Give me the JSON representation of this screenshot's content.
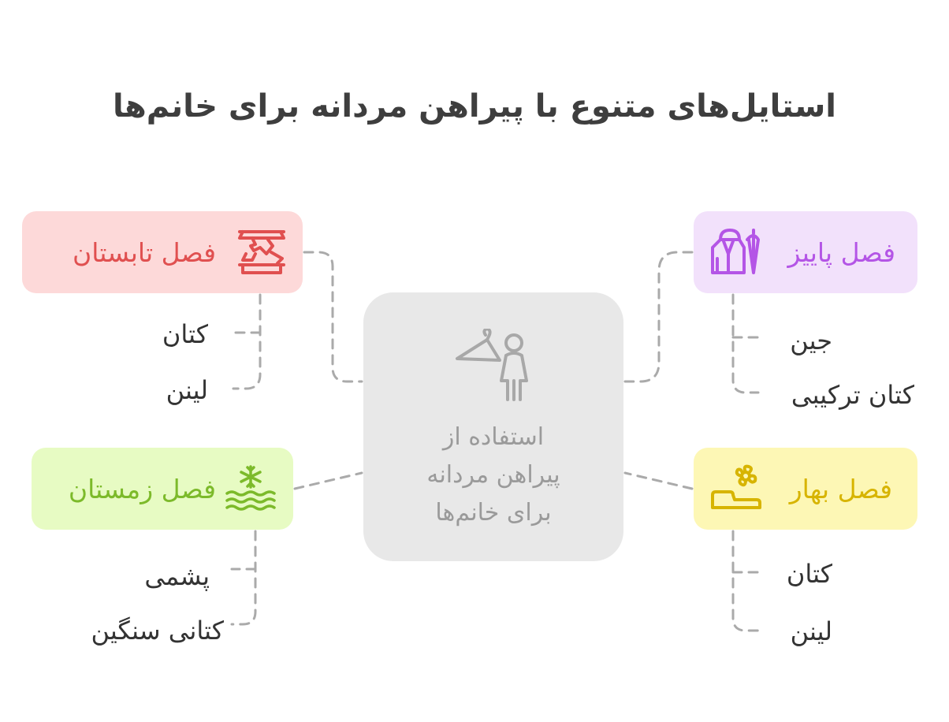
{
  "title": "استایل‌های متنوع با پیراهن مردانه برای خانم‌ها",
  "center": {
    "lines": [
      "استفاده از",
      "پیراهن مردانه",
      "برای خانم‌ها"
    ],
    "icon": "hanger-person-icon"
  },
  "branches": {
    "summer": {
      "label": "فصل تابستان",
      "icon": "summer-clothes-icon",
      "color": "#e05050",
      "bg": "#fdd9d9",
      "items": [
        "کتان",
        "لینن"
      ]
    },
    "autumn": {
      "label": "فصل پاییز",
      "icon": "coat-umbrella-icon",
      "color": "#b455e6",
      "bg": "#f2e1fb",
      "items": [
        "جین",
        "کتان ترکیبی"
      ]
    },
    "winter": {
      "label": "فصل زمستان",
      "icon": "snowflake-waves-icon",
      "color": "#7cba2a",
      "bg": "#e7fbc3",
      "items": [
        "پشمی",
        "کتانی سنگین"
      ]
    },
    "spring": {
      "label": "فصل بهار",
      "icon": "flower-shoe-icon",
      "color": "#d7b400",
      "bg": "#fdf7b5",
      "items": [
        "کتان",
        "لینن"
      ]
    }
  },
  "colors": {
    "connector": "#aaaaaa",
    "center_bg": "#e8e8e8",
    "center_text": "#9a9a9a"
  }
}
